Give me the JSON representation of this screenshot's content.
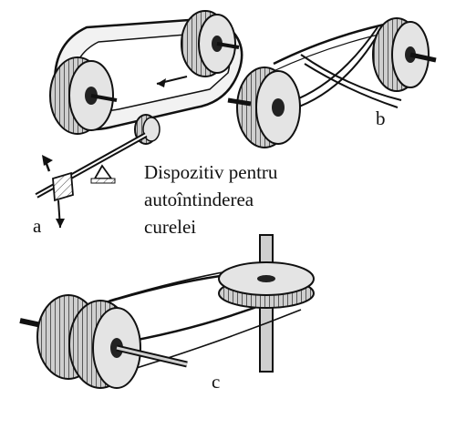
{
  "labels": {
    "a": "a",
    "b": "b",
    "c": "c"
  },
  "caption_lines": [
    "Dispozitiv pentru",
    "autoîntinderea",
    "curelei"
  ],
  "colors": {
    "ink": "#111111",
    "pulley_face": "#dcdcdc",
    "belt": "#f2f2f2",
    "hatch": "#555555"
  }
}
